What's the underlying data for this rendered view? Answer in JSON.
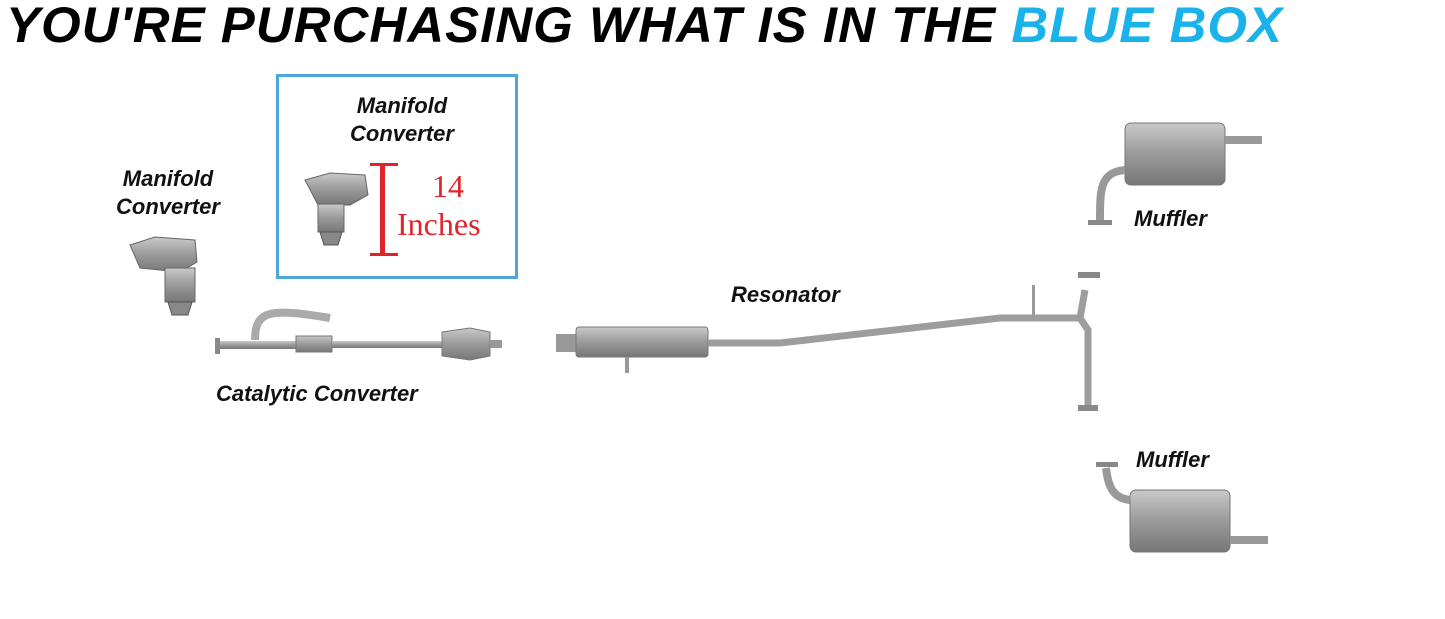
{
  "headline": {
    "text": "You're purchasing what is in the",
    "highlight": "Blue Box",
    "highlight_color": "#1ab2ea"
  },
  "blue_box": {
    "label_line1": "Manifold",
    "label_line2": "Converter",
    "measurement_value": "14",
    "measurement_unit": "Inches",
    "border_color": "#4ea7da",
    "measure_color": "#e0242b"
  },
  "parts": {
    "manifold_left": {
      "line1": "Manifold",
      "line2": "Converter"
    },
    "catalytic": "Catalytic Converter",
    "resonator": "Resonator",
    "muffler_top": "Muffler",
    "muffler_bottom": "Muffler"
  }
}
